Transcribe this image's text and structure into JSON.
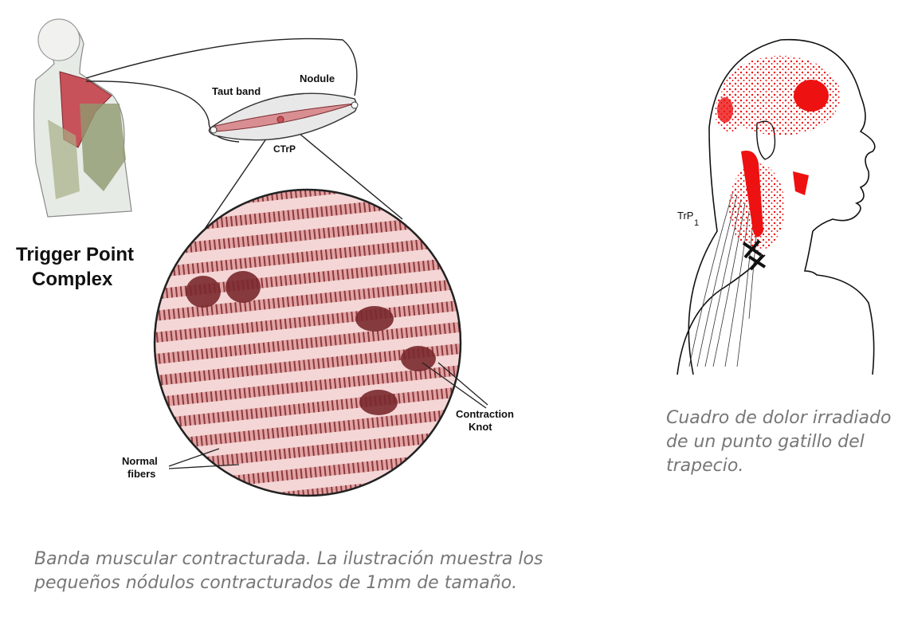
{
  "left_figure": {
    "title_line1": "Trigger Point",
    "title_line2": "Complex",
    "label_taut_band": "Taut band",
    "label_nodule": "Nodule",
    "label_ctrp": "CTrP",
    "label_contraction_line1": "Contraction",
    "label_contraction_line2": "Knot",
    "label_normal_line1": "Normal",
    "label_normal_line2": "fibers",
    "caption": "Banda muscular contracturada. La ilustración muestra los pequeños nódulos contracturados de 1mm de tamaño."
  },
  "right_figure": {
    "label_trp": "TrP",
    "label_trp_sub": "1",
    "caption": "Cuadro de dolor irradiado de un punto gatillo del trapecio."
  },
  "colors": {
    "muscle_red": "#c8525a",
    "fiber_fill": "#e9b4b4",
    "fiber_dark": "#7a2a2e",
    "pain_red": "#ee1111",
    "caption_gray": "#777777"
  }
}
